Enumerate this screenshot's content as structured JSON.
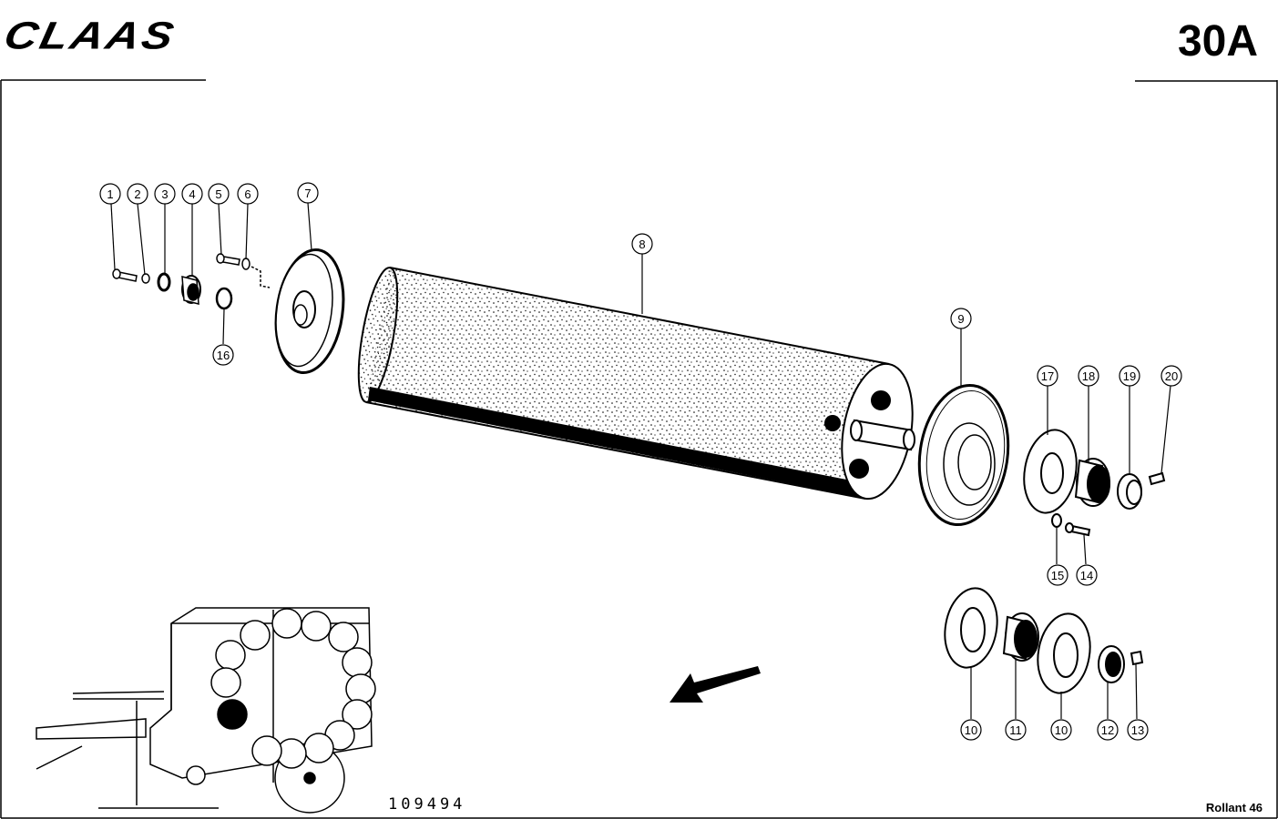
{
  "header": {
    "brand": "CLAAS",
    "page_number": "30A"
  },
  "footer": {
    "drawing_number": "109494",
    "model": "Rollant 46"
  },
  "callouts": [
    "1",
    "2",
    "3",
    "4",
    "5",
    "6",
    "7",
    "8",
    "9",
    "10",
    "11",
    "10",
    "12",
    "13",
    "14",
    "15",
    "16",
    "17",
    "18",
    "19",
    "20"
  ]
}
